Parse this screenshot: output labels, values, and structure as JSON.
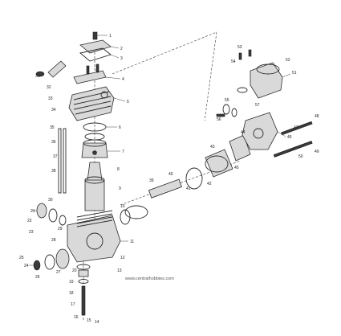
{
  "watermark": "www.centralhobbies.com",
  "callouts": [
    "1",
    "2",
    "3",
    "4",
    "5",
    "6",
    "7",
    "8",
    "9",
    "10",
    "11",
    "12",
    "13",
    "14",
    "15",
    "16",
    "17",
    "18",
    "19",
    "20",
    "21",
    "22",
    "23",
    "24",
    "25",
    "26",
    "27",
    "28",
    "29",
    "30",
    "31",
    "32",
    "33",
    "34",
    "35",
    "36",
    "37",
    "38",
    "39",
    "40",
    "41",
    "42",
    "43",
    "44",
    "45",
    "46",
    "47",
    "48",
    "49",
    "50",
    "51",
    "52",
    "53",
    "54",
    "55",
    "56",
    "57"
  ],
  "colors": {
    "line": "#2a2a2a",
    "shade": "#d9d9d9",
    "background": "#ffffff"
  }
}
